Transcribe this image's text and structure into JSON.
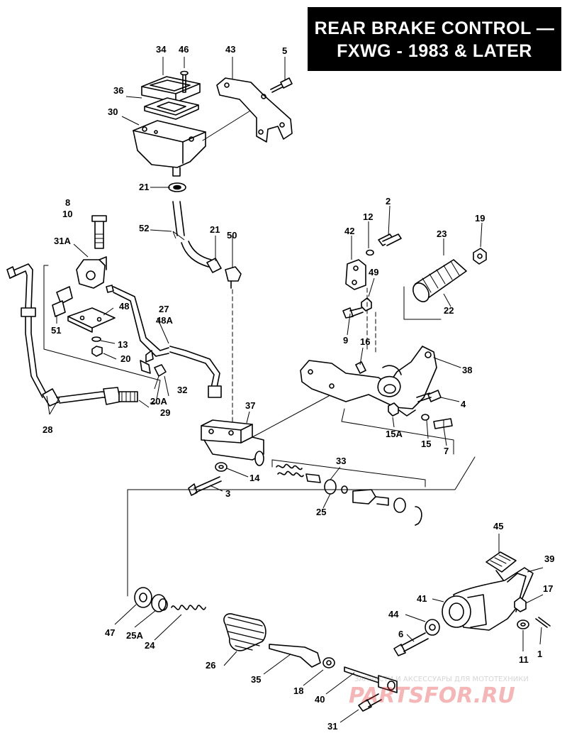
{
  "title": {
    "line1": "REAR BRAKE CONTROL —",
    "line2": "FXWG - 1983 & LATER"
  },
  "callouts": {
    "c34": "34",
    "c46": "46",
    "c43": "43",
    "c5": "5",
    "c36": "36",
    "c30": "30",
    "c21a": "21",
    "c8": "8",
    "c10": "10",
    "c52": "52",
    "c21b": "21",
    "c50": "50",
    "c31A": "31A",
    "c2": "2",
    "c12": "12",
    "c42": "42",
    "c19": "19",
    "c23": "23",
    "c49": "49",
    "c22": "22",
    "c48": "48",
    "c27": "27",
    "c48A": "48A",
    "c51": "51",
    "c13": "13",
    "c20": "20",
    "c9": "9",
    "c16": "16",
    "c38": "38",
    "c32": "32",
    "c20A": "20A",
    "c29": "29",
    "c4": "4",
    "c28": "28",
    "c37": "37",
    "c15A": "15A",
    "c15": "15",
    "c7": "7",
    "c33": "33",
    "c14": "14",
    "c3": "3",
    "c25": "25",
    "c45": "45",
    "c39": "39",
    "c41": "41",
    "c17": "17",
    "c44": "44",
    "c47": "47",
    "c25A": "25A",
    "c24": "24",
    "c6": "6",
    "c11": "11",
    "c1": "1",
    "c26": "26",
    "c35": "35",
    "c18": "18",
    "c40": "40",
    "c31": "31"
  },
  "watermark": {
    "tagline": "ЗАПЧАСТИ И АКСЕССУАРЫ ДЛЯ МОТОТЕХНИКИ",
    "brand": "PARTSFOR.RU"
  }
}
